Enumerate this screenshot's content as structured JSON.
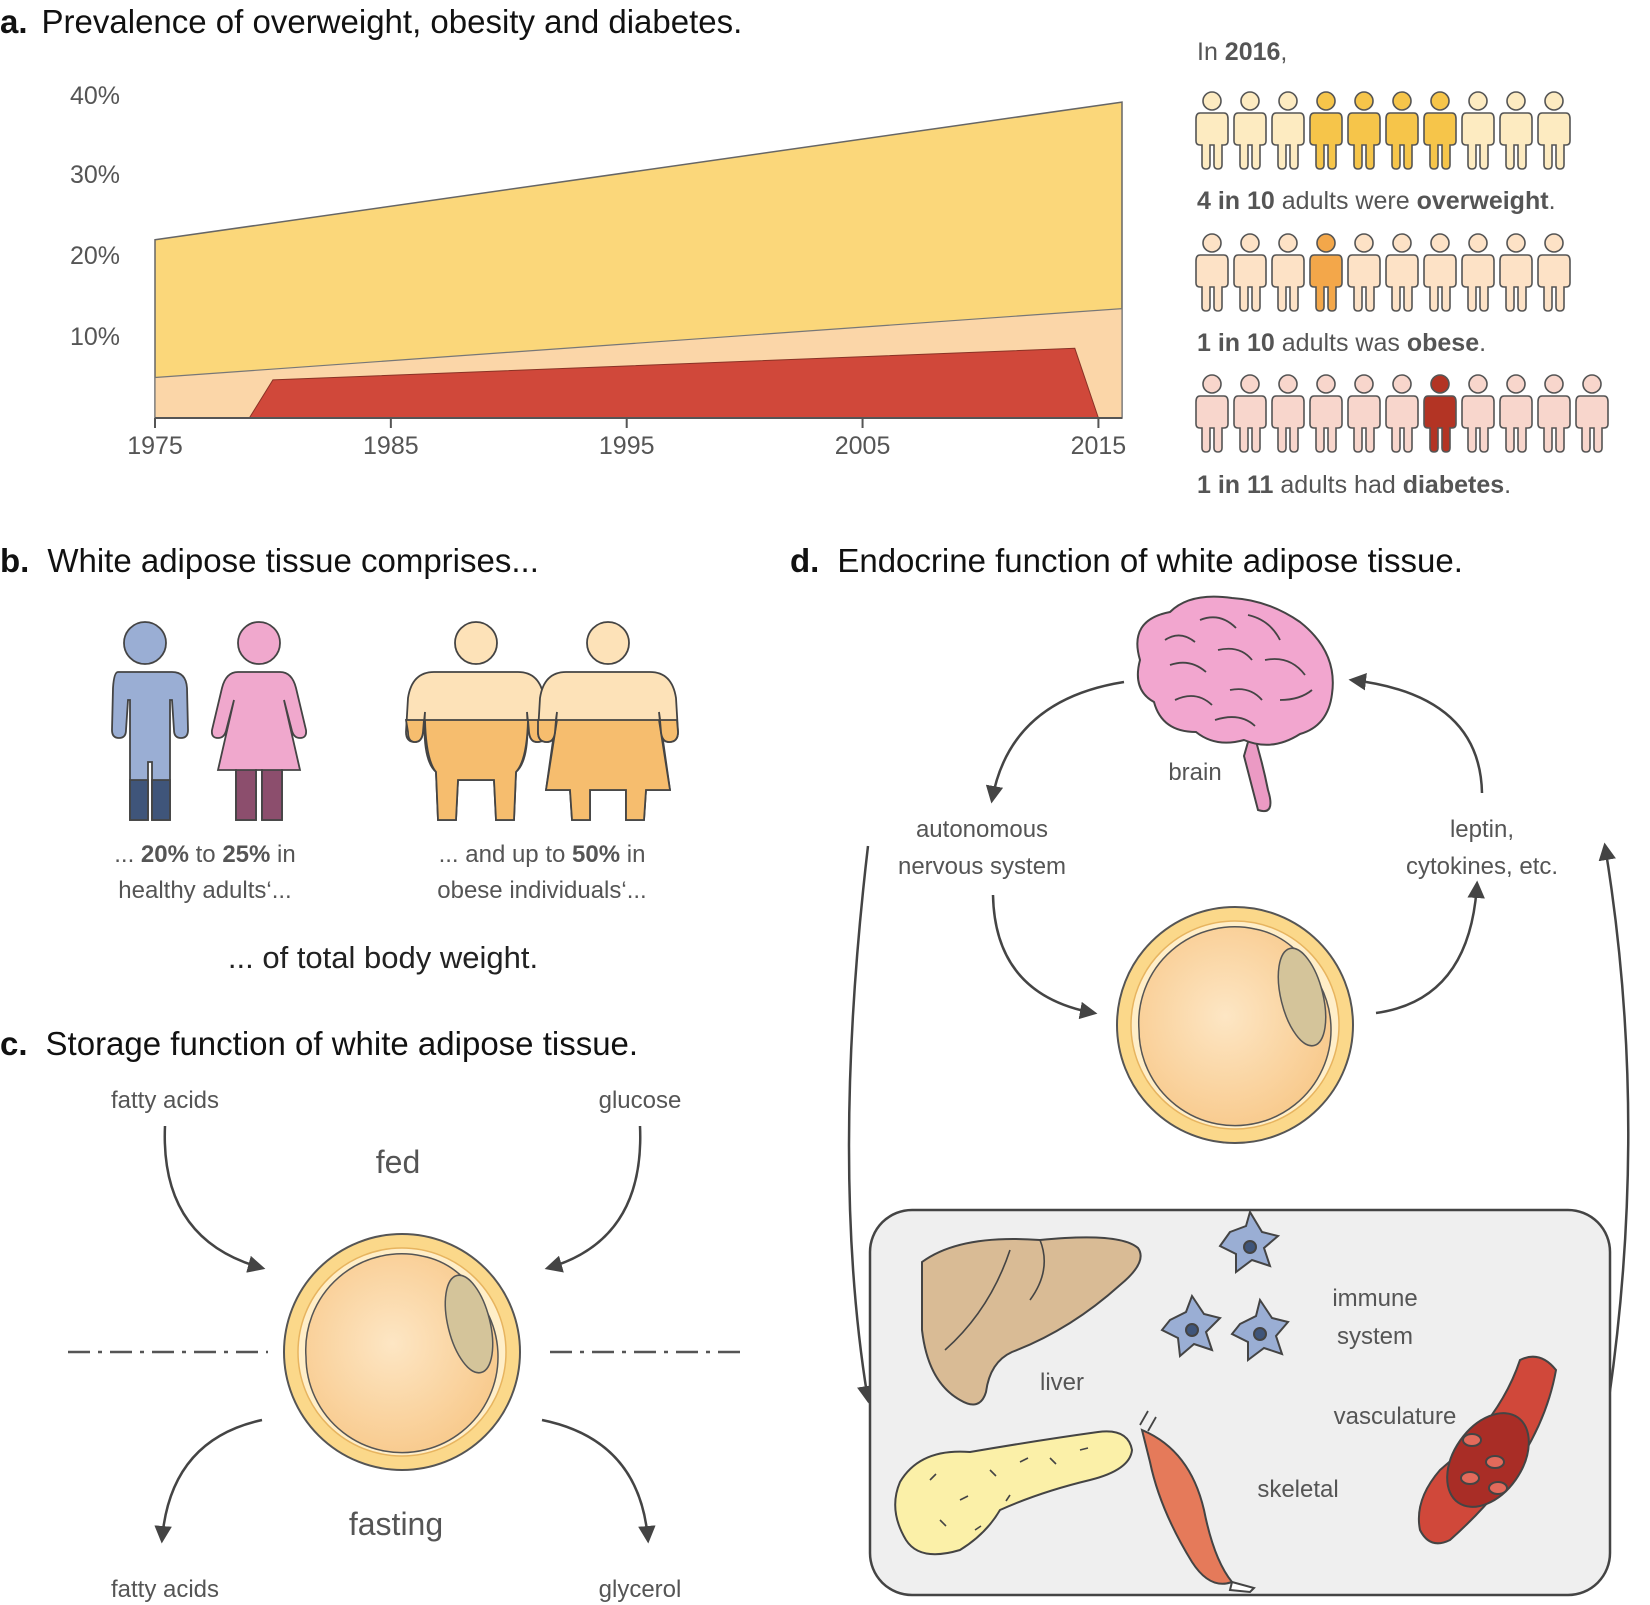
{
  "panel_a": {
    "letter": "a.",
    "title": "Prevalence of overweight, obesity and diabetes.",
    "yticks": [
      "40%",
      "30%",
      "20%",
      "10%"
    ],
    "xticks": [
      "1975",
      "1985",
      "1995",
      "2005",
      "2015"
    ],
    "intro_pre": "In ",
    "intro_year": "2016",
    "intro_post": ",",
    "overweight": {
      "count": "4 in 10",
      "mid": " adults were ",
      "term": "overweight",
      "end": ".",
      "highlighted": 4,
      "total": 10
    },
    "obese": {
      "count": "1 in 10",
      "mid": " adults was ",
      "term": "obese",
      "end": ".",
      "highlighted": 1,
      "total": 10
    },
    "diabetes": {
      "count": "1 in 11",
      "mid": " adults had ",
      "term": "diabetes",
      "end": ".",
      "highlighted": 1,
      "total": 11
    }
  },
  "chart_data": {
    "type": "area",
    "x": [
      1975,
      2016
    ],
    "xticks": [
      1975,
      1985,
      1995,
      2005,
      2015
    ],
    "yticks": [
      "10%",
      "20%",
      "30%",
      "40%"
    ],
    "series": [
      {
        "values": [
          22,
          39
        ]
      },
      {
        "values": [
          5,
          13.5
        ]
      },
      {
        "x": [
          1979,
          1980,
          2014,
          2015
        ],
        "values": [
          0,
          4.7,
          8.6,
          0
        ]
      }
    ],
    "colors": [
      "#fbd77a",
      "#fbd6a8",
      "#d0483a"
    ]
  },
  "panel_b": {
    "letter": "b.",
    "title": "White adipose tissue comprises...",
    "healthy_pre": "... ",
    "healthy_v1": "20%",
    "healthy_mid": " to ",
    "healthy_v2": "25%",
    "healthy_post": " in",
    "healthy_line2": "healthy adults‘...",
    "obese_pre": "... and up to ",
    "obese_v": "50%",
    "obese_post": " in",
    "obese_line2": "obese individuals‘...",
    "footer": "... of total body weight."
  },
  "panel_c": {
    "letter": "c.",
    "title": "Storage function of white adipose tissue.",
    "in_left": "fatty acids",
    "in_right": "glucose",
    "fed": "fed",
    "fasting": "fasting",
    "out_left": "fatty acids",
    "out_right": "glycerol"
  },
  "panel_d": {
    "letter": "d.",
    "title": "Endocrine function of white adipose tissue.",
    "brain": "brain",
    "ans_1": "autonomous",
    "ans_2": "nervous system",
    "hormones_1": "leptin,",
    "hormones_2": "cytokines, etc.",
    "immune_1": "immune",
    "immune_2": "system",
    "liver": "liver",
    "vasculature": "vasculature",
    "skeletal": "skeletal"
  },
  "colors": {
    "overweight": "#fbd77a",
    "obese": "#fbd6a8",
    "diabetes": "#d0483a",
    "male": "#9aaed4",
    "female": "#f0a8cd",
    "fat": "#f6bd6e",
    "cell": "#fde2b8"
  }
}
